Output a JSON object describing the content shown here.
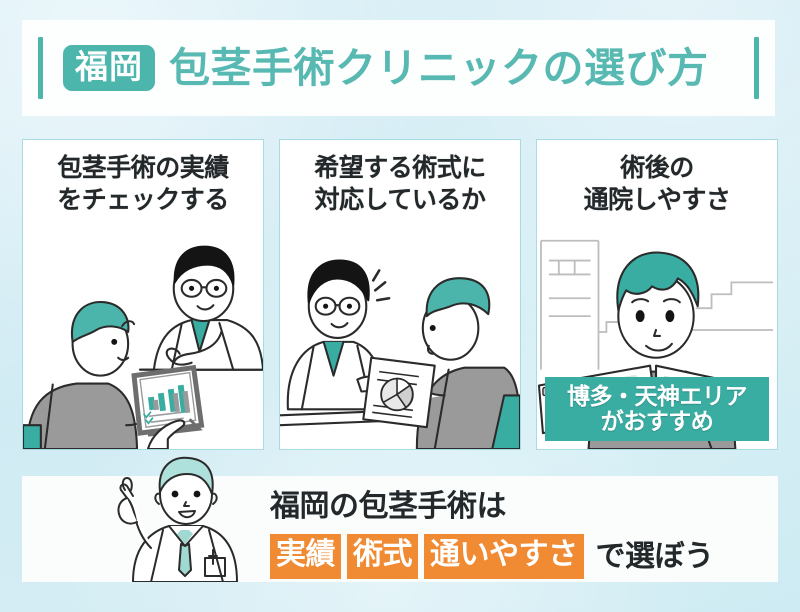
{
  "header": {
    "badge": "福岡",
    "title": "包茎手術クリニックの選び方"
  },
  "panels": [
    {
      "title_line1": "包茎手術の実績",
      "title_line2": "をチェックする",
      "illustration": "doctor-showing-tablet-bar-chart-to-patient"
    },
    {
      "title_line1": "希望する術式に",
      "title_line2": "対応しているか",
      "illustration": "doctor-showing-document-pie-chart-to-patient"
    },
    {
      "title_line1": "術後の",
      "title_line2": "通院しやすさ",
      "illustration": "man-reading-area-map",
      "banner_line1": "博多・天神エリア",
      "banner_line2": "がおすすめ"
    }
  ],
  "footer": {
    "illustration": "doctor-pointing-up",
    "line1": "福岡の包茎手術は",
    "tags": [
      "実績",
      "術式",
      "通いやすさ"
    ],
    "tail": "で選ぼう"
  },
  "colors": {
    "teal": "#4cb6ad",
    "title_teal": "#58b9b2",
    "banner_teal": "#3aada3",
    "orange": "#f08a33",
    "background": "#cfeaf3",
    "panel_border": "#a9dbe2",
    "text_dark": "#23282b"
  }
}
